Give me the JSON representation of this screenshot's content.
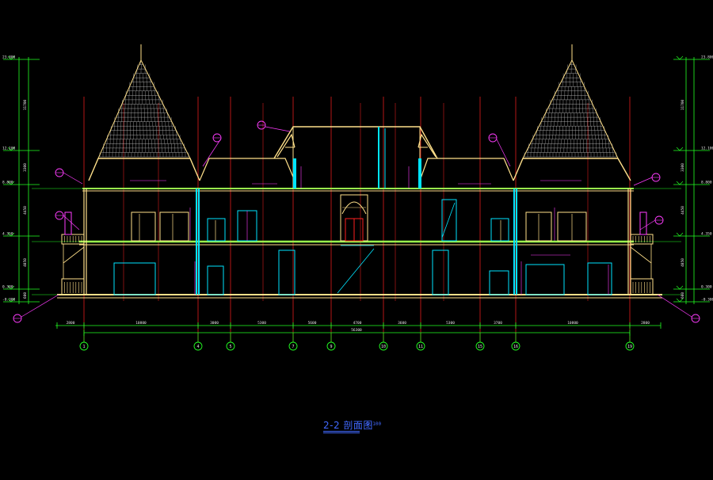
{
  "drawing": {
    "title": "2-2 剖面图",
    "scale": "1:100",
    "colors": {
      "background": "#000000",
      "structure": "#ffe08a",
      "roof": "#ffe08a",
      "roof_tiles": "#c8c8c8",
      "wall": "#00e5ff",
      "slab": "#9aff4d",
      "gridline": "#ff2020",
      "dimension": "#22ff22",
      "annotation": "#ff3cff",
      "text": "#e8e8e8",
      "accent_blue": "#4169ff"
    },
    "axes": [
      "1",
      "4",
      "5",
      "7",
      "9",
      "10",
      "11",
      "15",
      "16",
      "19"
    ],
    "dimensions": [
      "2800",
      "10800",
      "3000",
      "5300",
      "5600",
      "4700",
      "3600",
      "5300",
      "3700",
      "10800",
      "2800",
      "56300"
    ],
    "elevations_left": [
      "23.800",
      "12.100",
      "8.800",
      "4.350",
      "0.300",
      "-0.300"
    ],
    "elevations_right": [
      "23.800",
      "12.100",
      "8.800",
      "4.350",
      "0.300",
      "-0.300"
    ],
    "vertical_dims_left": [
      "11700",
      "3300",
      "4450",
      "4050",
      "600"
    ],
    "vertical_dims_right": [
      "11700",
      "3300",
      "4450",
      "4050",
      "600"
    ]
  }
}
